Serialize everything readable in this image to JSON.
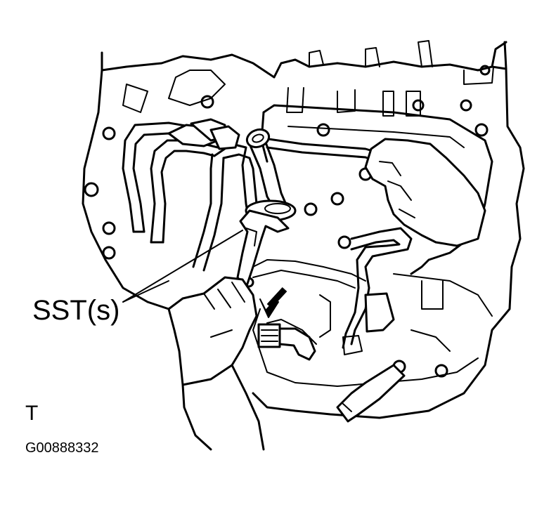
{
  "labels": {
    "tool_callout": "SST(s)",
    "view_letter": "T",
    "figure_code": "G00888332"
  },
  "colors": {
    "line": "#000000",
    "background": "#ffffff"
  }
}
